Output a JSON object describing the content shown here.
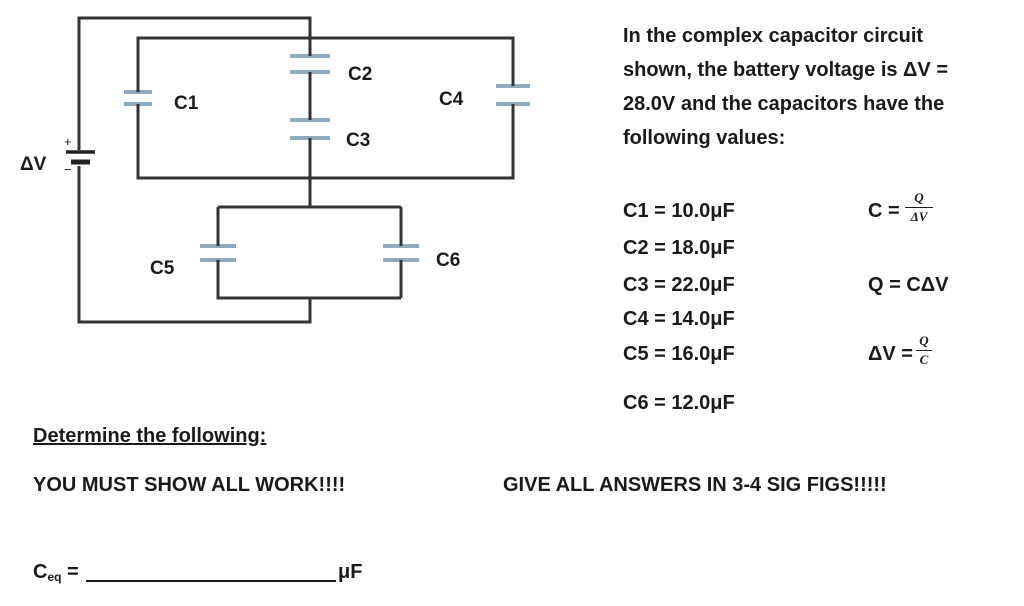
{
  "circuit": {
    "battery_label": "ΔV",
    "battery_plus": "+",
    "battery_minus": "−",
    "labels": {
      "c1": "C1",
      "c2": "C2",
      "c3": "C3",
      "c4": "C4",
      "c5": "C5",
      "c6": "C6"
    }
  },
  "problem": {
    "intro": "In the complex capacitor circuit shown, the battery voltage is ΔV = 28.0V and the capacitors have the following values:",
    "values": [
      "C1 = 10.0μF",
      "C2 = 18.0μF",
      "C3 = 22.0μF",
      "C4 = 14.0μF",
      "C5 = 16.0μF",
      "C6 = 12.0μF"
    ]
  },
  "formulas": {
    "c_lhs": "C =",
    "c_num": "Q",
    "c_den": "ΔV",
    "q_eq": "Q = CΔV",
    "v_lhs": "ΔV =",
    "v_num": "Q",
    "v_den": "C"
  },
  "instructions": {
    "determine": "Determine the following:",
    "show_work": "YOU MUST SHOW ALL WORK!!!!",
    "sig_figs": "GIVE ALL ANSWERS IN 3-4 SIG FIGS!!!!!"
  },
  "answer": {
    "ceq_label": "C",
    "ceq_sub": "eq",
    "ceq_equals": "=",
    "unit": "μF"
  }
}
